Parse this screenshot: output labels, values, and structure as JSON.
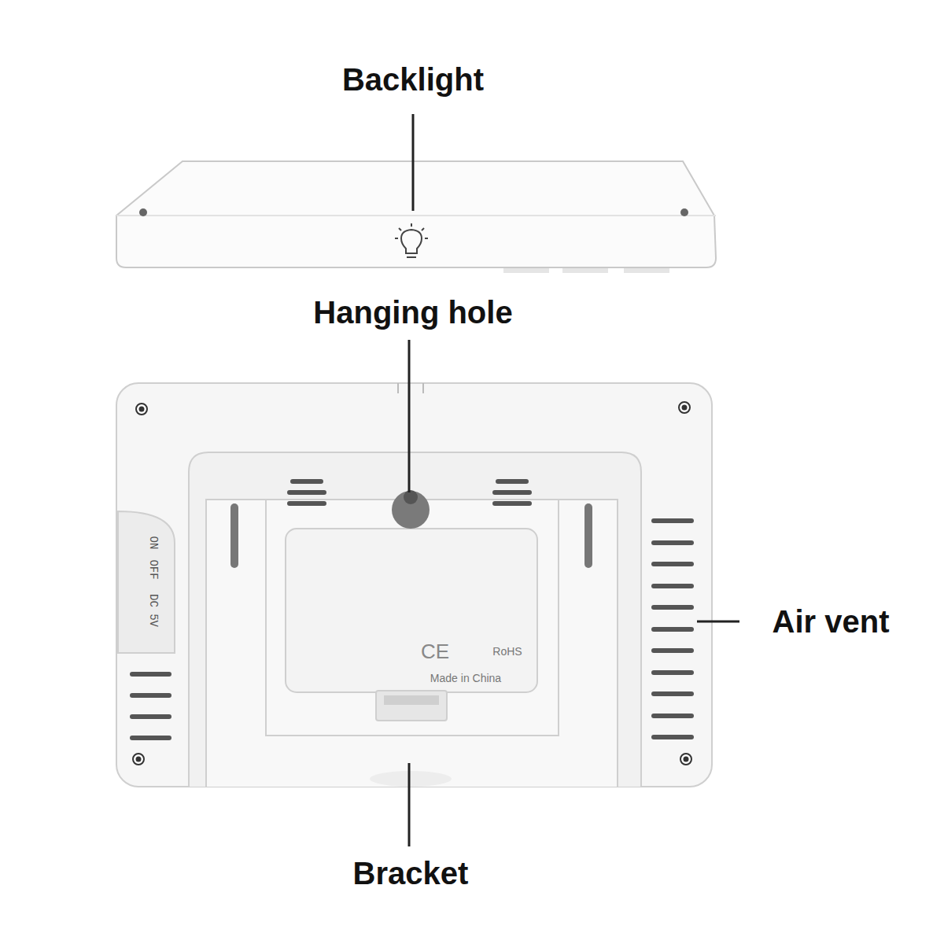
{
  "diagram": {
    "labels": [
      "Backlight",
      "Hanging hole",
      "Air vent",
      "Bracket",
      "ON",
      "OFF",
      "DC 5V",
      "CE",
      "RoHS",
      "Made in China"
    ]
  }
}
